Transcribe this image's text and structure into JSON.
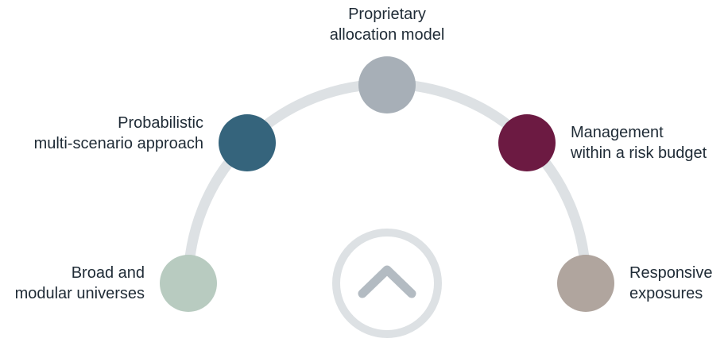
{
  "nodes": [
    {
      "id": "broad",
      "lines": [
        "Broad and",
        "modular universes"
      ],
      "color": "#b8cbc0"
    },
    {
      "id": "probabilistic",
      "lines": [
        "Probabilistic",
        "multi-scenario approach"
      ],
      "color": "#35647c"
    },
    {
      "id": "proprietary",
      "lines": [
        "Proprietary",
        "allocation model"
      ],
      "color": "#a7afb7"
    },
    {
      "id": "management",
      "lines": [
        "Management",
        "within a risk budget"
      ],
      "color": "#6c1a42"
    },
    {
      "id": "responsive",
      "lines": [
        "Responsive",
        "exposures"
      ],
      "color": "#b0a59e"
    }
  ],
  "colors": {
    "arc": "#dde1e4",
    "center_ring": "#dde1e4",
    "center_chevron": "#b3bbc2",
    "text": "#1f2b36"
  },
  "center_icon": "chevron-up-icon"
}
